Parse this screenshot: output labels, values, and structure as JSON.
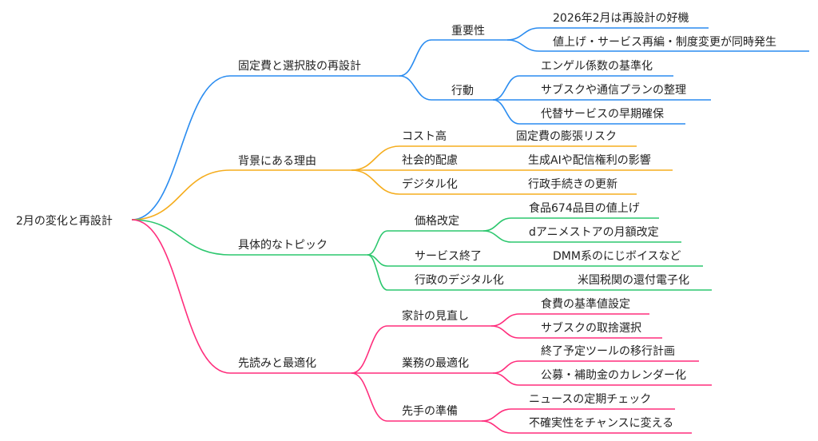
{
  "root": "2月の変化と再設計",
  "colors": {
    "blue": "#2a8cf0",
    "orange": "#f5ad1e",
    "green": "#2cc76e",
    "pink": "#ff2d7c"
  },
  "branches": [
    {
      "label": "固定費と選択肢の再設計",
      "children": [
        {
          "label": "重要性",
          "leaves": [
            "2026年2月は再設計の好機",
            "値上げ・サービス再編・制度変更が同時発生"
          ]
        },
        {
          "label": "行動",
          "leaves": [
            "エンゲル係数の基準化",
            "サブスクや通信プランの整理",
            "代替サービスの早期確保"
          ]
        }
      ]
    },
    {
      "label": "背景にある理由",
      "children": [
        {
          "label": "コスト高",
          "leaves": [
            "固定費の膨張リスク"
          ]
        },
        {
          "label": "社会的配慮",
          "leaves": [
            "生成AIや配信権利の影響"
          ]
        },
        {
          "label": "デジタル化",
          "leaves": [
            "行政手続きの更新"
          ]
        }
      ]
    },
    {
      "label": "具体的なトピック",
      "children": [
        {
          "label": "価格改定",
          "leaves": [
            "食品674品目の値上げ",
            "dアニメストアの月額改定"
          ]
        },
        {
          "label": "サービス終了",
          "leaves": [
            "DMM系のにじボイスなど"
          ]
        },
        {
          "label": "行政のデジタル化",
          "leaves": [
            "米国税関の還付電子化"
          ]
        }
      ]
    },
    {
      "label": "先読みと最適化",
      "children": [
        {
          "label": "家計の見直し",
          "leaves": [
            "食費の基準値設定",
            "サブスクの取捨選択"
          ]
        },
        {
          "label": "業務の最適化",
          "leaves": [
            "終了予定ツールの移行計画",
            "公募・補助金のカレンダー化"
          ]
        },
        {
          "label": "先手の準備",
          "leaves": [
            "ニュースの定期チェック",
            "不確実性をチャンスに変える"
          ]
        }
      ]
    }
  ]
}
